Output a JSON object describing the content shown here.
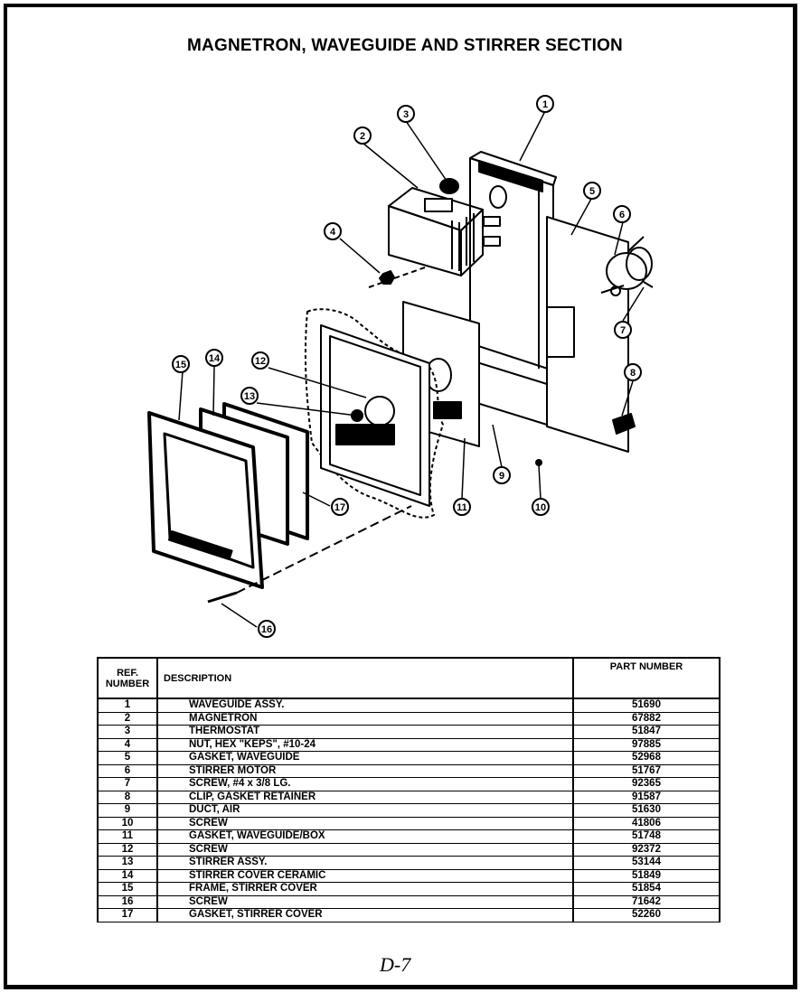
{
  "title": "MAGNETRON, WAVEGUIDE AND STIRRER SECTION",
  "callouts": [
    "1",
    "2",
    "3",
    "4",
    "5",
    "6",
    "7",
    "8",
    "9",
    "10",
    "11",
    "12",
    "13",
    "14",
    "15",
    "16",
    "17"
  ],
  "table": {
    "headers": {
      "ref_line1": "REF.",
      "ref_line2": "NUMBER",
      "description": "DESCRIPTION",
      "part_number": "PART NUMBER"
    },
    "rows": [
      {
        "ref": "1",
        "description": "WAVEGUIDE ASSY.",
        "part": "51690"
      },
      {
        "ref": "2",
        "description": "MAGNETRON",
        "part": "67882"
      },
      {
        "ref": "3",
        "description": "THERMOSTAT",
        "part": "51847"
      },
      {
        "ref": "4",
        "description": "NUT, HEX \"KEPS\", #10-24",
        "part": "97885"
      },
      {
        "ref": "5",
        "description": "GASKET, WAVEGUIDE",
        "part": "52968"
      },
      {
        "ref": "6",
        "description": "STIRRER MOTOR",
        "part": "51767"
      },
      {
        "ref": "7",
        "description": "SCREW, #4 x 3/8 LG.",
        "part": "92365"
      },
      {
        "ref": "8",
        "description": "CLIP, GASKET RETAINER",
        "part": "91587"
      },
      {
        "ref": "9",
        "description": "DUCT, AIR",
        "part": "51630"
      },
      {
        "ref": "10",
        "description": "SCREW",
        "part": "41806"
      },
      {
        "ref": "11",
        "description": "GASKET, WAVEGUIDE/BOX",
        "part": "51748"
      },
      {
        "ref": "12",
        "description": "SCREW",
        "part": "92372"
      },
      {
        "ref": "13",
        "description": "STIRRER ASSY.",
        "part": "53144"
      },
      {
        "ref": "14",
        "description": "STIRRER COVER CERAMIC",
        "part": "51849"
      },
      {
        "ref": "15",
        "description": "FRAME, STIRRER COVER",
        "part": "51854"
      },
      {
        "ref": "16",
        "description": "SCREW",
        "part": "71642"
      },
      {
        "ref": "17",
        "description": "GASKET, STIRRER COVER",
        "part": "52260"
      }
    ]
  },
  "footer_mark": "D-7"
}
